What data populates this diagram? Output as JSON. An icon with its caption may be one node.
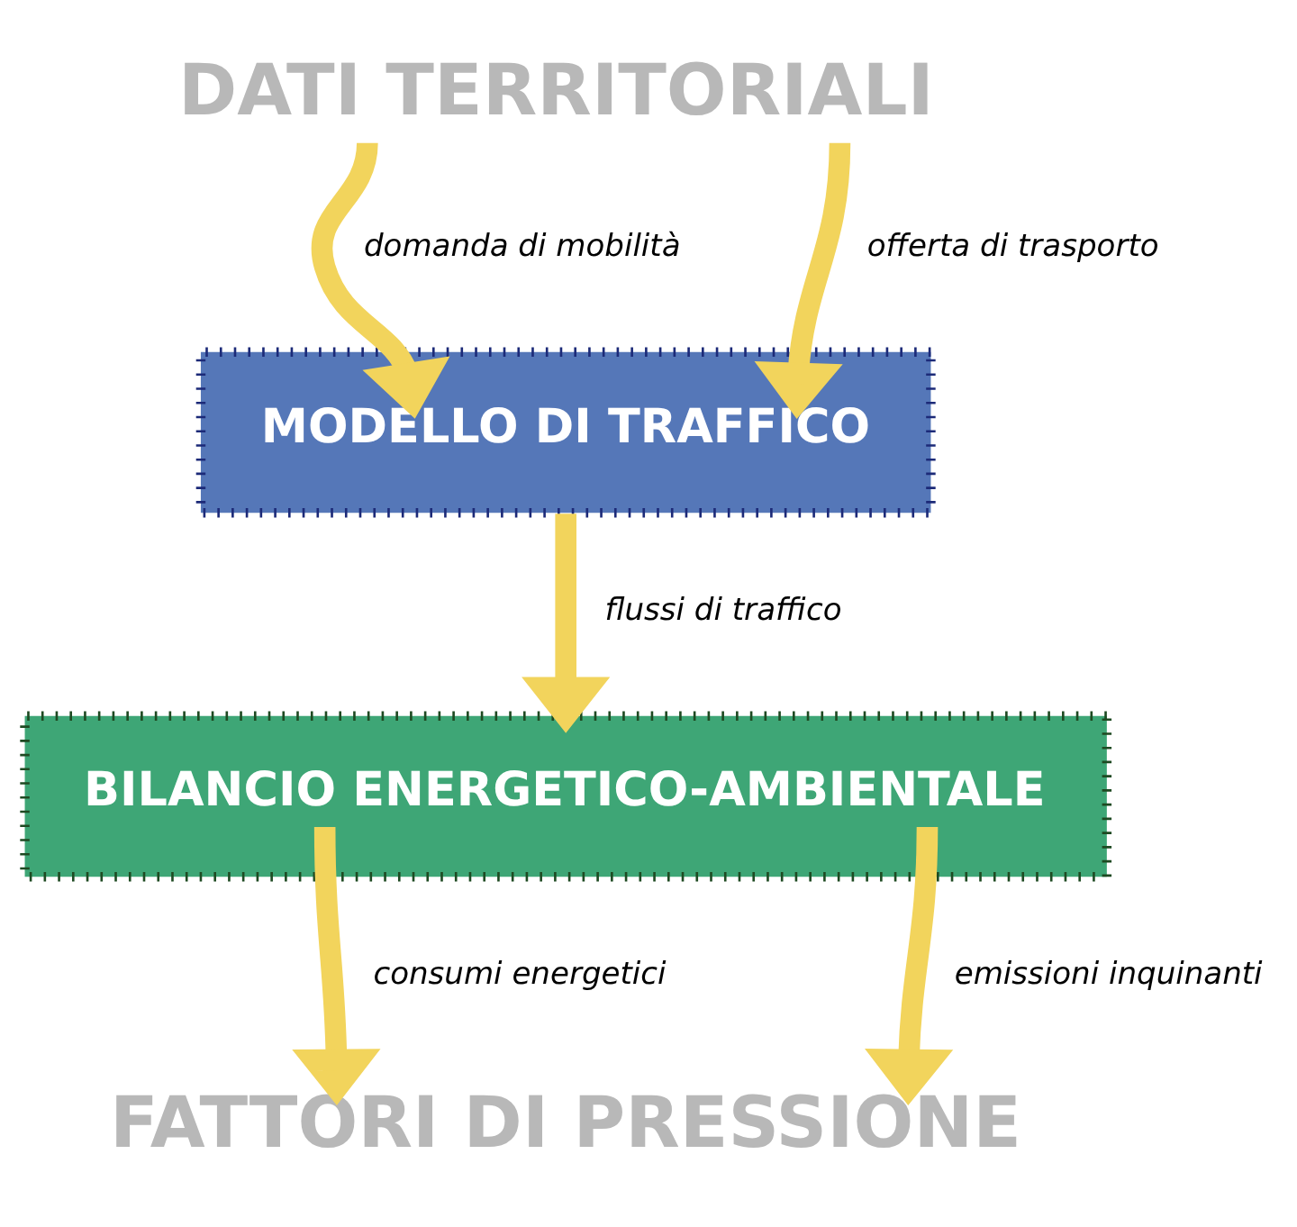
{
  "diagram": {
    "nodes": [
      {
        "text": [
          "DATI TERRITORIALI"
        ]
      },
      {
        "text": [
          "MODELLO DI TRAFFICO"
        ]
      },
      {
        "text": [
          "BILANCIO ENERGETICO-AMBIENTALE"
        ]
      },
      {
        "text": [
          "FATTORI DI PRESSIONE"
        ]
      }
    ],
    "edges": [
      {
        "from": 0,
        "to": 1,
        "arrow": "to",
        "label": "domanda di mobilità"
      },
      {
        "from": 0,
        "to": 1,
        "arrow": "to",
        "label": "offerta di trasporto"
      },
      {
        "from": 1,
        "to": 2,
        "arrow": "to",
        "label": "flussi di traffico"
      },
      {
        "from": 2,
        "to": 3,
        "arrow": "to",
        "label": "consumi energetici"
      },
      {
        "from": 2,
        "to": 3,
        "arrow": "to",
        "label": "emissioni inquinanti"
      }
    ]
  }
}
